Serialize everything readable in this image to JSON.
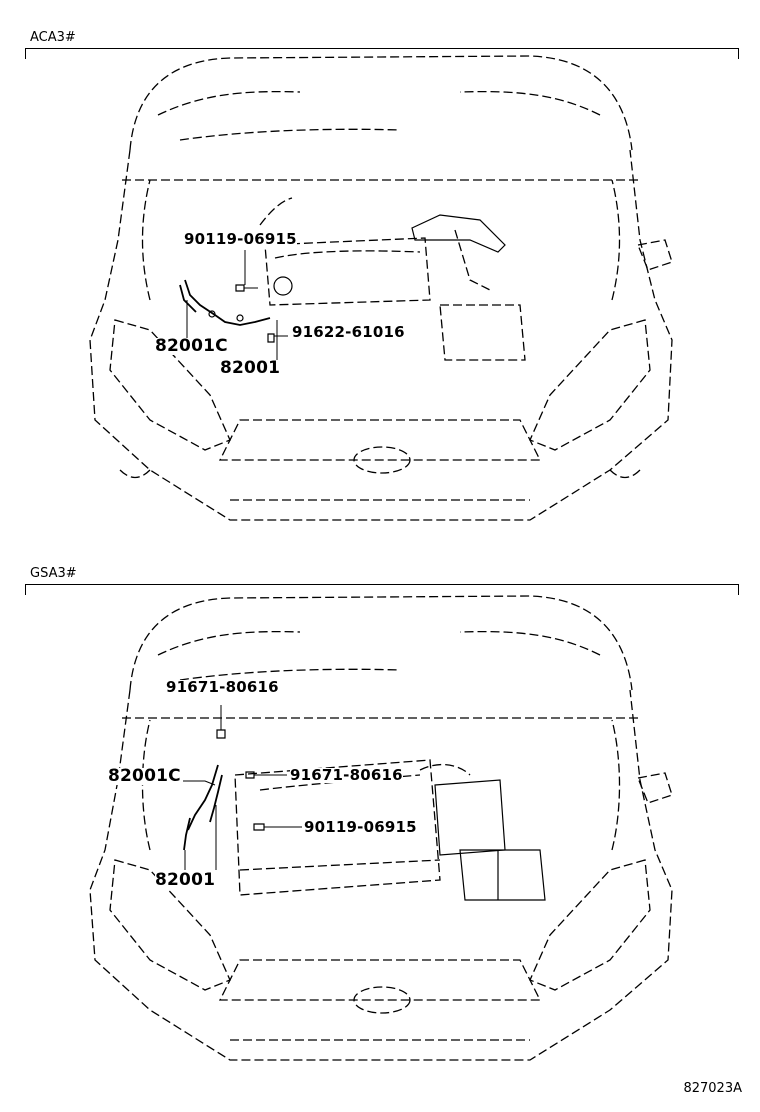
{
  "sections": [
    {
      "variant": "ACA3#",
      "callouts": {
        "bolt_top": "90119-06915",
        "bolt_right": "91622-61016",
        "harness_clamp": "82001C",
        "harness": "82001"
      }
    },
    {
      "variant": "GSA3#",
      "callouts": {
        "bolt_top": "91671-80616",
        "bolt_mid": "91671-80616",
        "bolt_low": "90119-06915",
        "harness_clamp": "82001C",
        "harness": "82001"
      }
    }
  ],
  "figure_id": "827023A"
}
